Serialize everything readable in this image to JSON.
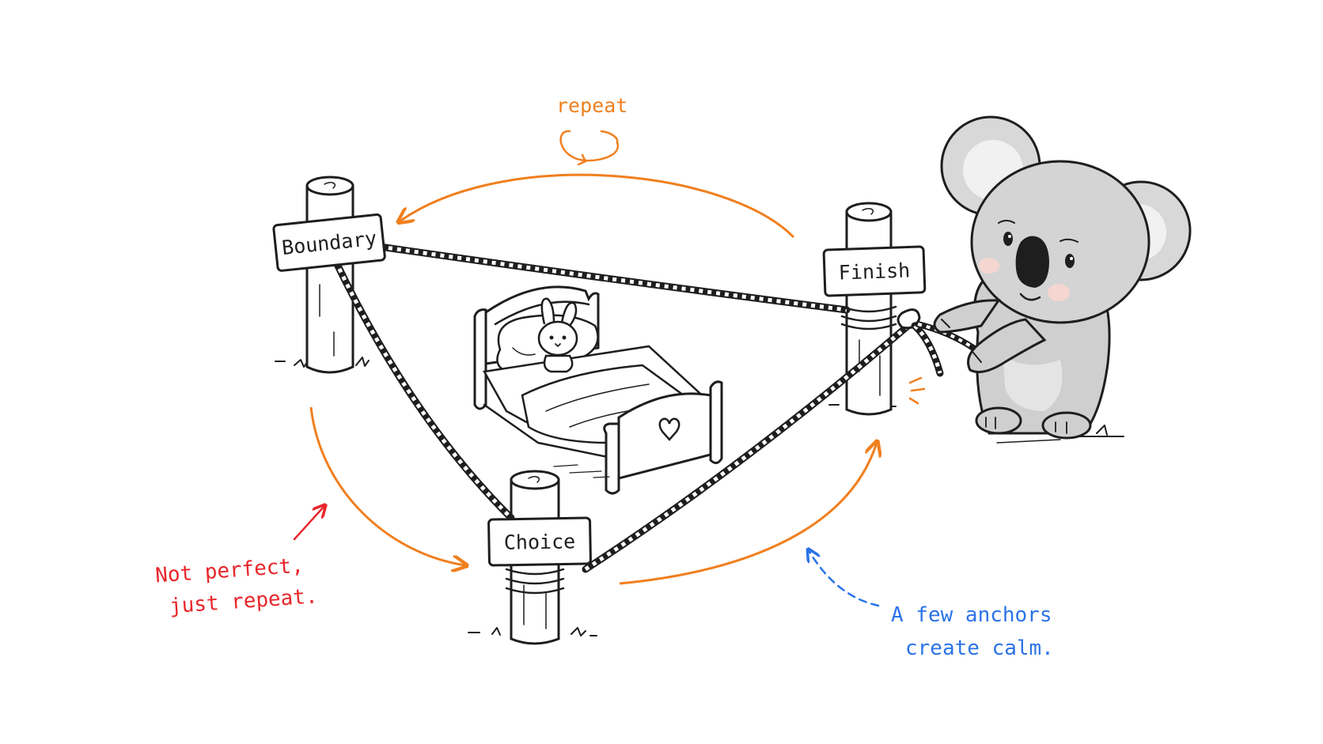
{
  "colors": {
    "ink": "#1e1e1e",
    "arrow_orange": "#f07f1e",
    "note_red": "#e8262b",
    "note_blue": "#2b73e8",
    "koala_fur": "#cfcfcf"
  },
  "posts": {
    "boundary": {
      "label": "Boundary"
    },
    "finish": {
      "label": "Finish"
    },
    "choice": {
      "label": "Choice"
    }
  },
  "loop_label": "repeat",
  "notes": {
    "left": [
      "Not perfect,",
      "just repeat."
    ],
    "right": [
      "A few anchors",
      "create calm."
    ]
  },
  "icons": [
    "rope-icon",
    "bed-icon",
    "bunny-icon",
    "koala-icon",
    "cycle-icon",
    "heart-icon"
  ]
}
